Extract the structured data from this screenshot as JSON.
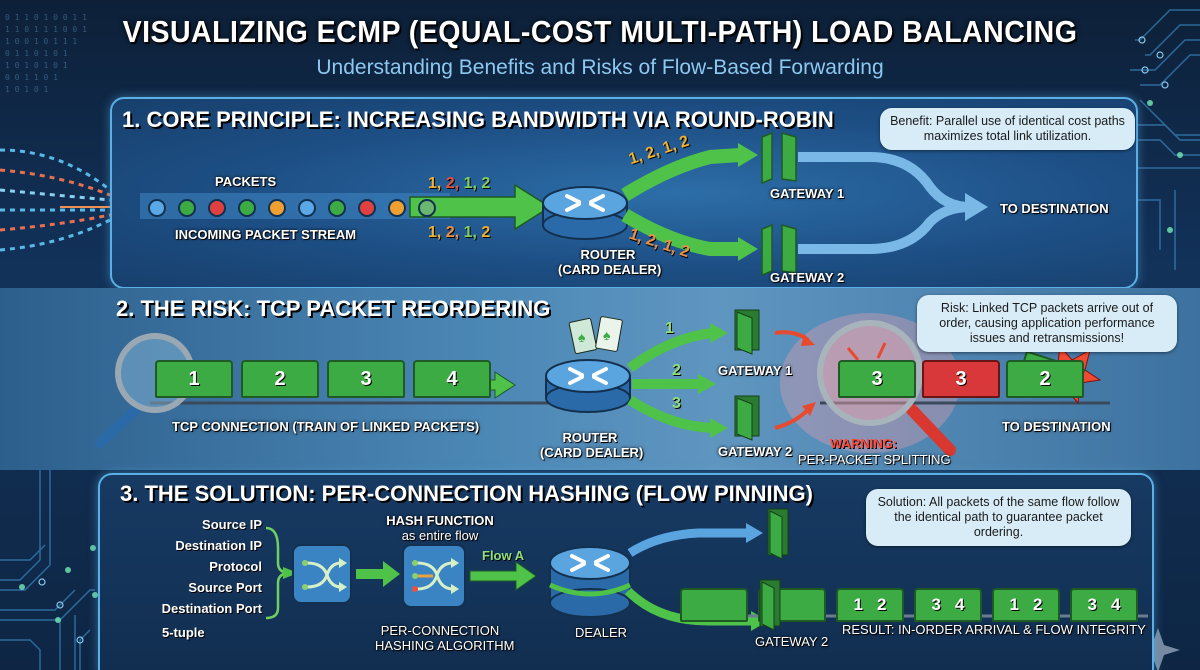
{
  "header": {
    "title": "VISUALIZING ECMP (EQUAL-COST MULTI-PATH) LOAD BALANCING",
    "subtitle": "Understanding Benefits and Risks of Flow-Based Forwarding"
  },
  "section1": {
    "title": "1.  CORE PRINCIPLE: INCREASING BANDWIDTH VIA ROUND-ROBIN",
    "packets_label": "PACKETS",
    "stream_label": "INCOMING PACKET STREAM",
    "packet_colors": [
      "#5aa8e6",
      "#3cab44",
      "#e04040",
      "#3cab44",
      "#f0a030",
      "#5aa8e6",
      "#3cab44",
      "#e04040",
      "#f0a030",
      "#6ab870"
    ],
    "seq_top": [
      {
        "t": "1,",
        "c": "#f0b030"
      },
      {
        "t": "2,",
        "c": "#e85040"
      },
      {
        "t": "1,",
        "c": "#7ed060"
      },
      {
        "t": "2",
        "c": "#7ed060"
      }
    ],
    "seq_bottom": [
      {
        "t": "1,",
        "c": "#f0b030"
      },
      {
        "t": "2,",
        "c": "#f09040"
      },
      {
        "t": "1,",
        "c": "#7ed060"
      },
      {
        "t": "2",
        "c": "#f0b030"
      }
    ],
    "seq_gw1": "1, 2, 1, 2",
    "seq_gw2": "1, 2, 1, 2",
    "router_label_1": "ROUTER",
    "router_label_2": "(CARD DEALER)",
    "gateway1": "GATEWAY 1",
    "gateway2": "GATEWAY 2",
    "destination": "TO DESTINATION",
    "benefit_text": "Benefit: Parallel use of identical cost paths maximizes total link utilization."
  },
  "section2": {
    "title": "2.  THE RISK: TCP PACKET REORDERING",
    "train_cars": [
      "1",
      "2",
      "3",
      "4"
    ],
    "train_label": "TCP CONNECTION (TRAIN OF LINKED PACKETS)",
    "router_label_1": "ROUTER",
    "router_label_2": "(CARD DEALER)",
    "path_numbers": [
      "1",
      "2",
      "3"
    ],
    "gateway1": "GATEWAY 1",
    "gateway2": "GATEWAY 2",
    "warning_title": "WARNING:",
    "warning_text": "PER-PACKET SPLITTING",
    "arrived_cars": [
      {
        "n": "3",
        "state": "ok"
      },
      {
        "n": "3",
        "state": "error"
      },
      {
        "n": "2",
        "state": "ok"
      }
    ],
    "destination": "TO DESTINATION",
    "risk_text": "Risk: Linked TCP packets arrive out of order, causing application performance issues and retransmissions!"
  },
  "section3": {
    "title": "3. THE SOLUTION: PER-CONNECTION HASHING (FLOW PINNING)",
    "tuple_fields": [
      "Source IP",
      "Destination IP",
      "Protocol",
      "Source Port",
      "Destination Port"
    ],
    "tuple_label": "5-tuple",
    "hash_title_1": "HASH FUNCTION",
    "hash_title_2": "as entire flow",
    "algo_label_1": "PER-CONNECTION",
    "algo_label_2": "HASHING ALGORITHM",
    "flow_label": "Flow A",
    "dealer_label": "DEALER",
    "gateway2": "GATEWAY 2",
    "train_cars": [
      [
        "",
        ""
      ],
      [
        "",
        ""
      ],
      [
        "1",
        "2"
      ],
      [
        "3",
        "4"
      ],
      [
        "1",
        "2"
      ],
      [
        "3",
        "4"
      ]
    ],
    "result_label": "RESULT: IN-ORDER ARRIVAL & FLOW INTEGRITY",
    "solution_text": "Solution: All packets of the same flow follow the identical path to guarantee packet ordering."
  },
  "colors": {
    "accent_green": "#3cab44",
    "warning_red": "#e04040",
    "panel_border": "#5ab0e6",
    "bubble_bg": "#d8ecf8"
  }
}
